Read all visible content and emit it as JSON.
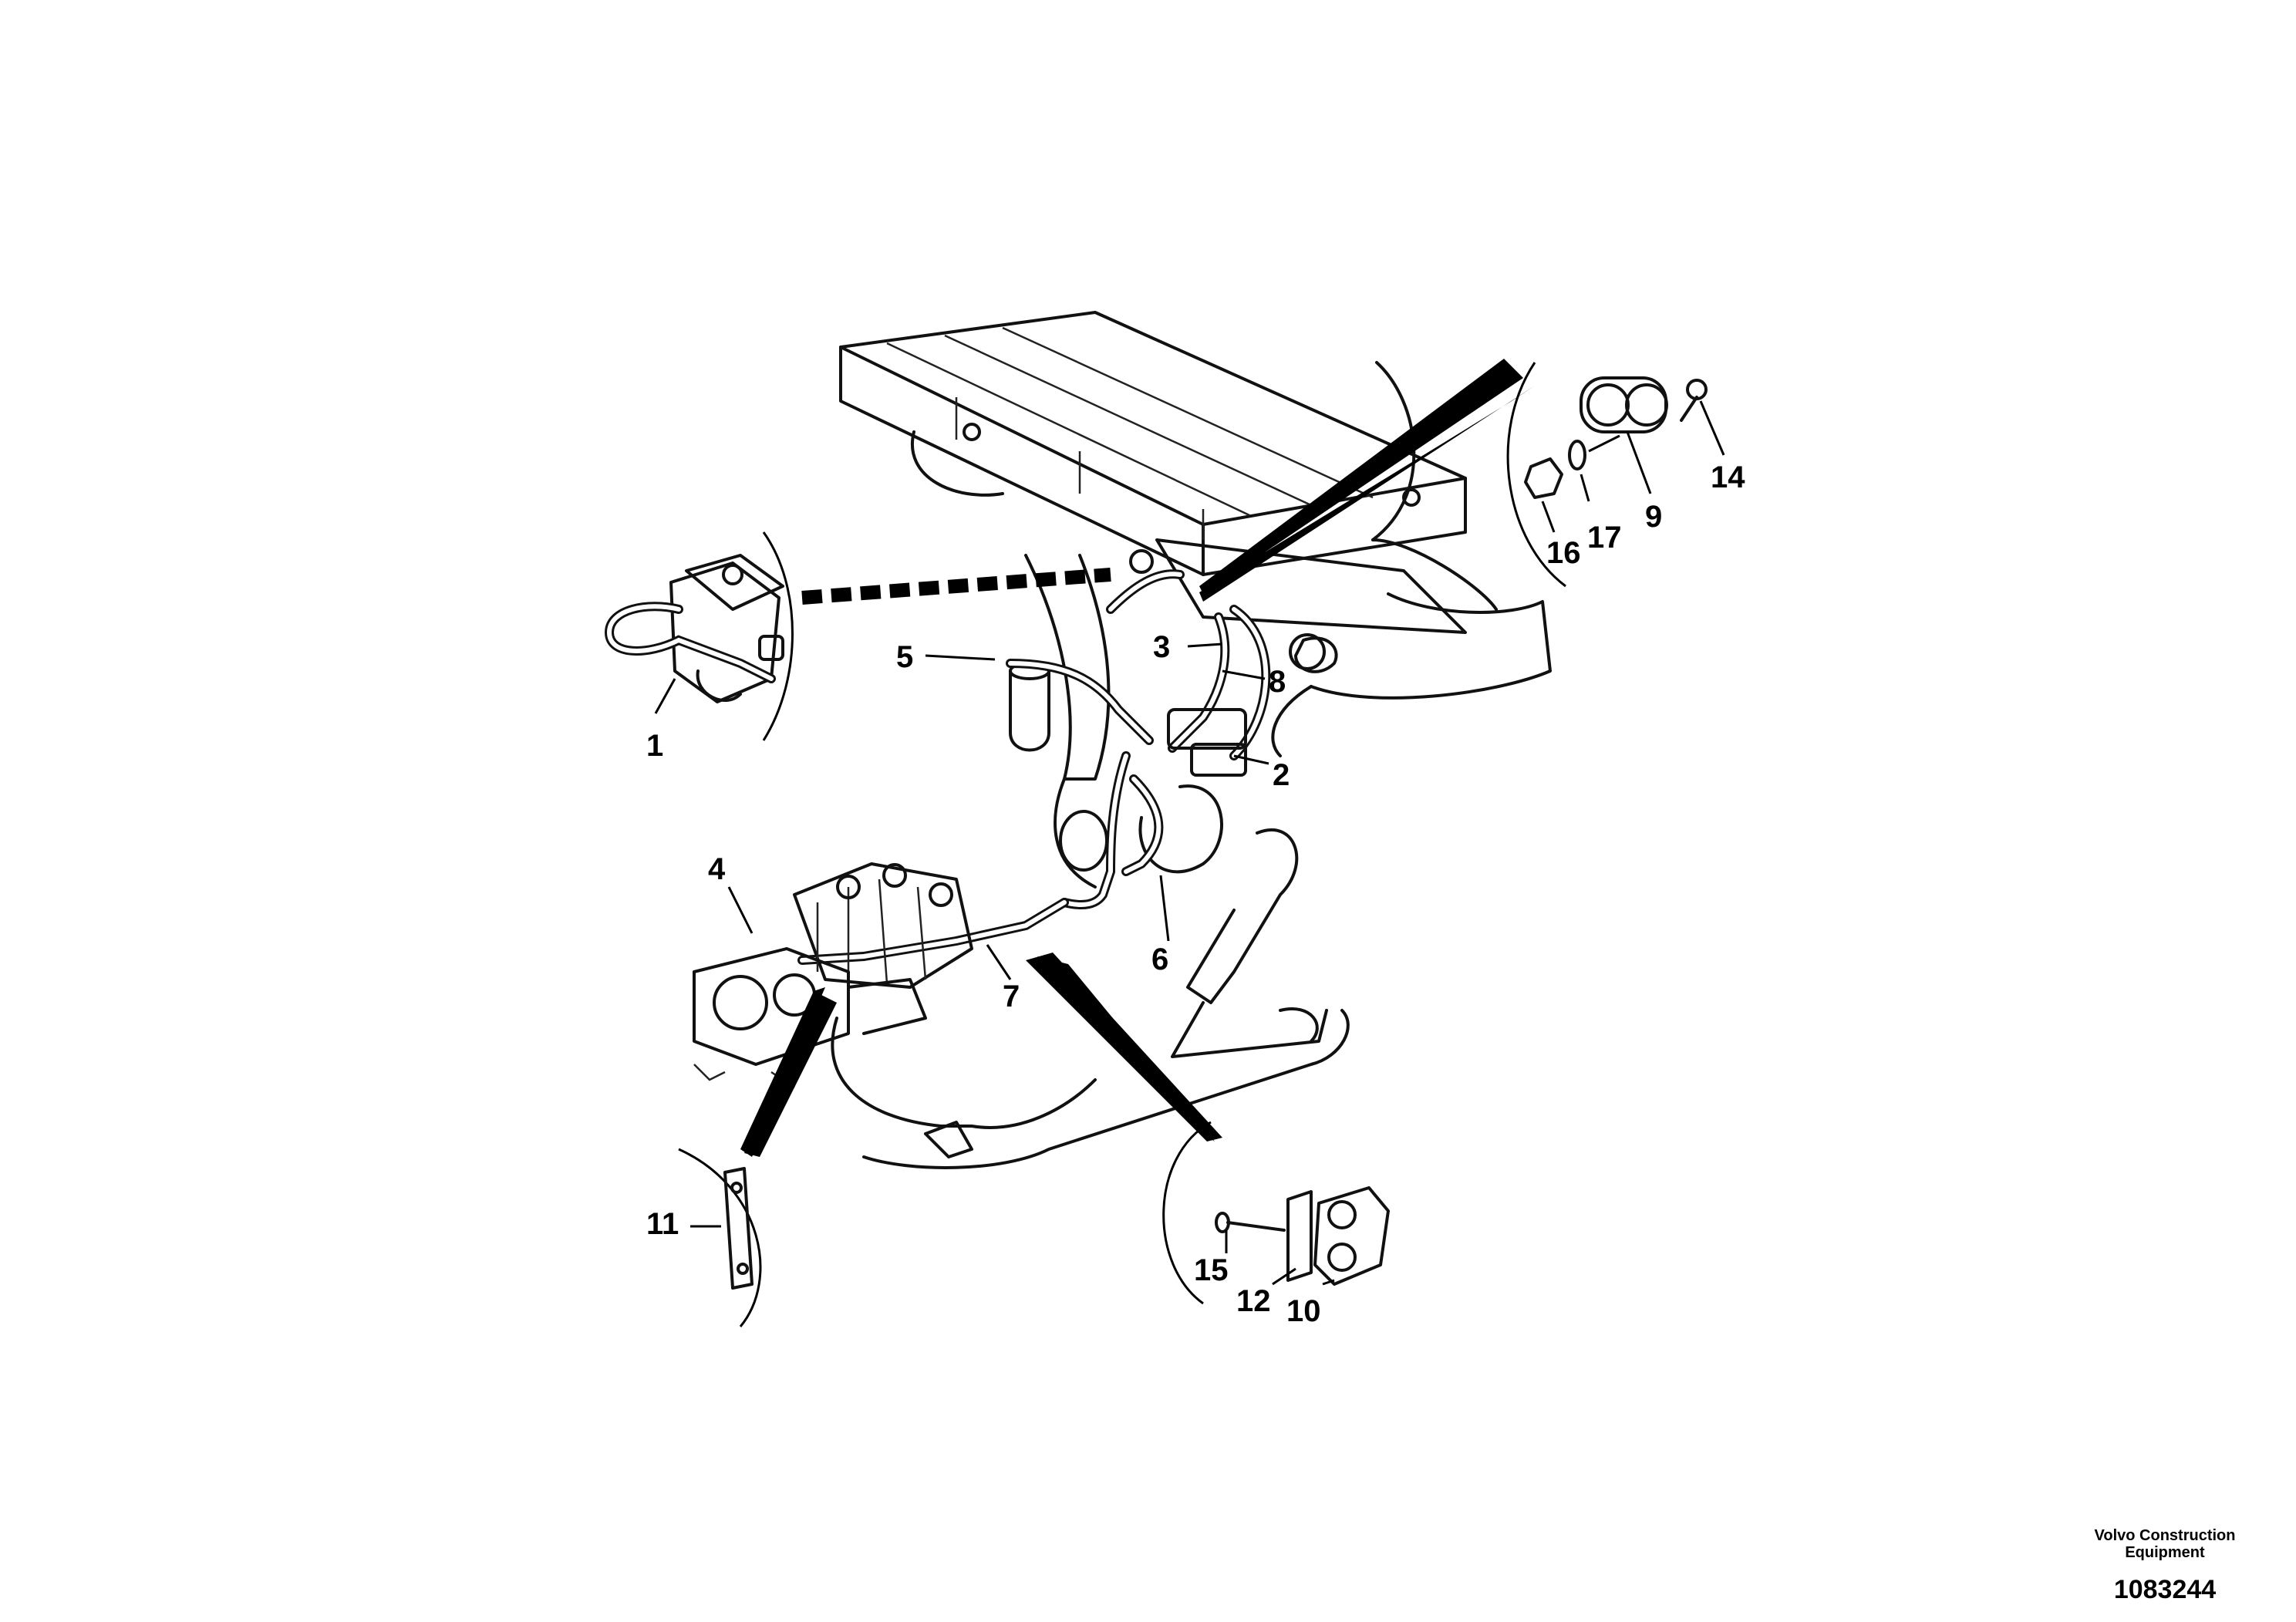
{
  "callouts": [
    "1",
    "2",
    "3",
    "4",
    "5",
    "6",
    "7",
    "8",
    "9",
    "10",
    "11",
    "12",
    "14",
    "15",
    "16",
    "17"
  ],
  "footer": {
    "company_line1": "Volvo Construction",
    "company_line2": "Equipment",
    "drawing_number": "1083244"
  }
}
